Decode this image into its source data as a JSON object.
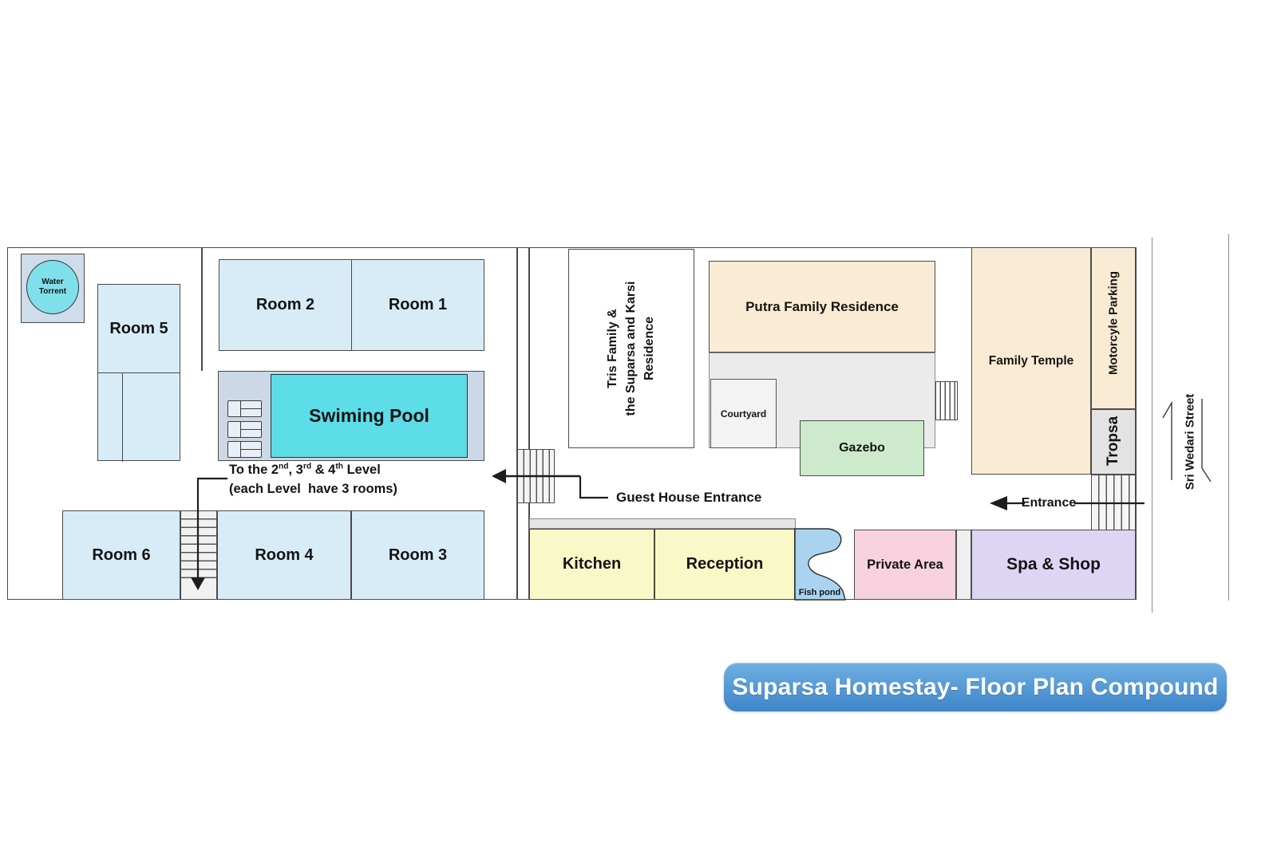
{
  "colors": {
    "room_blue": "#d8ecf8",
    "pool_cyan": "#5cdde8",
    "deck_gray": "#cdd8e6",
    "peach": "#faecd4",
    "area_gray": "#ebebeb",
    "courtyard_gray": "#f3f3f3",
    "gazebo_green": "#cdeacc",
    "yellow": "#f9f9c8",
    "pink": "#f7d2de",
    "purple": "#ded5f5",
    "pond_blue": "#a9d3ef",
    "torrent_bg": "#cfdcea",
    "torrent_circle": "#7fe0ec",
    "tropsa_gray": "#e3e3e3",
    "stairs_bg": "#f1f1f1",
    "banner_top": "#6fb0e2",
    "banner_bottom": "#3e85c8"
  },
  "labels": {
    "water_torrent": "Water Torrent",
    "room5": "Room 5",
    "room2": "Room 2",
    "room1": "Room 1",
    "room6": "Room 6",
    "room4": "Room 4",
    "room3": "Room 3",
    "swimming_pool": "Swiming Pool",
    "guest_house_entrance": "Guest House Entrance",
    "putra_residence": "Putra Family Residence",
    "courtyard": "Courtyard",
    "gazebo": "Gazebo",
    "family_temple": "Family Temple",
    "motorcycle_parking": "Motorcyle Parking",
    "tropsa": "Tropsa",
    "entrance": "Entrance",
    "street": "Sri Wedari Street",
    "kitchen": "Kitchen",
    "reception": "Reception",
    "fish_pond": "Fish pond",
    "private_area": "Private Area",
    "spa_shop": "Spa & Shop"
  },
  "tris_residence": {
    "line1": "Tris Family &",
    "line2": "the Suparsa and Karsi",
    "line3": "Residence"
  },
  "stairs_note": {
    "p1": "To the 2",
    "s1": "nd",
    "p2": ", 3",
    "s2": "rd",
    "p3": " & 4",
    "s3": "th",
    "p4": " Level",
    "line2": "(each Level  have 3 rooms)"
  },
  "title_banner": "Suparsa Homestay- Floor Plan Compound"
}
